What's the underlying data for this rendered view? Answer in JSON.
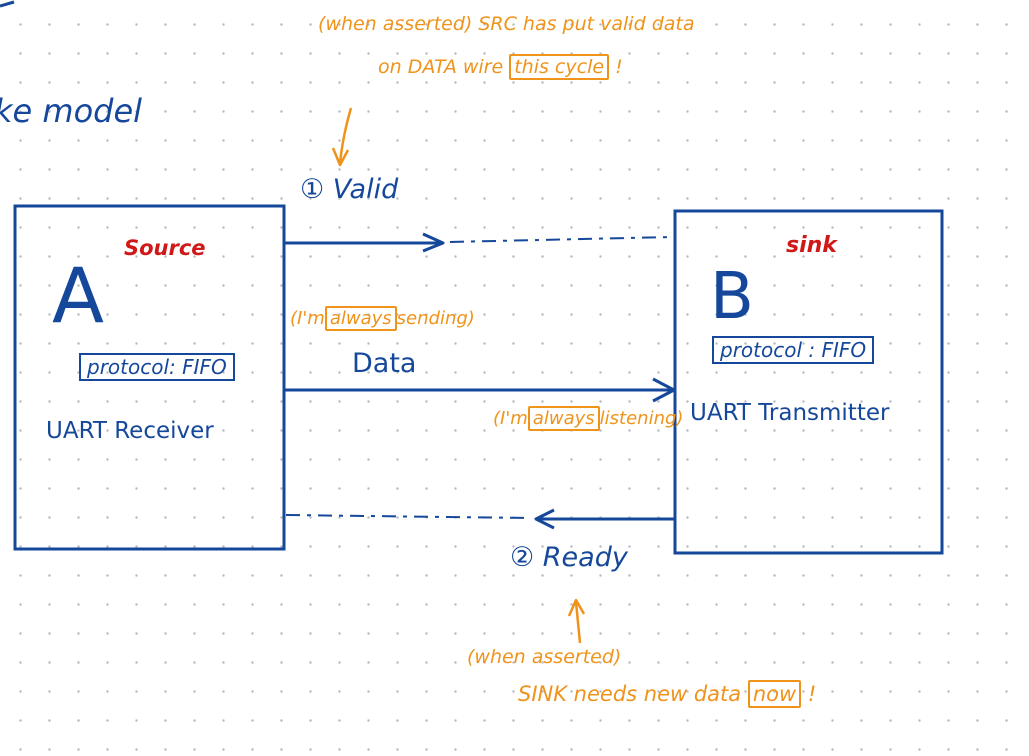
{
  "title_fragment": "ke model",
  "source_box": {
    "role": "Source",
    "letter": "A",
    "protocol": "protocol: FIFO",
    "name": "UART Receiver"
  },
  "sink_box": {
    "role": "sink",
    "letter": "B",
    "protocol": "protocol : FIFO",
    "name": "UART Transmitter"
  },
  "valid": {
    "label": "① Valid",
    "note_line1": "(when asserted) SRC has put valid data",
    "note_line2_pre": "on DATA wire",
    "note_line2_boxed": "this cycle",
    "note_line2_post": "!"
  },
  "data": {
    "label": "Data",
    "sending_pre": "(I'm",
    "sending_boxed": "always",
    "sending_post": "sending)",
    "listening_pre": "(I'm",
    "listening_boxed": "always",
    "listening_post": "listening)"
  },
  "ready": {
    "label": "② Ready",
    "note_line1": "(when asserted)",
    "note_line2_pre": "SINK needs new data",
    "note_line2_boxed": "now",
    "note_line2_post": "!"
  },
  "colors": {
    "ink_blue": "#15479a",
    "ink_orange": "#f0931a",
    "ink_red": "#d01818"
  }
}
